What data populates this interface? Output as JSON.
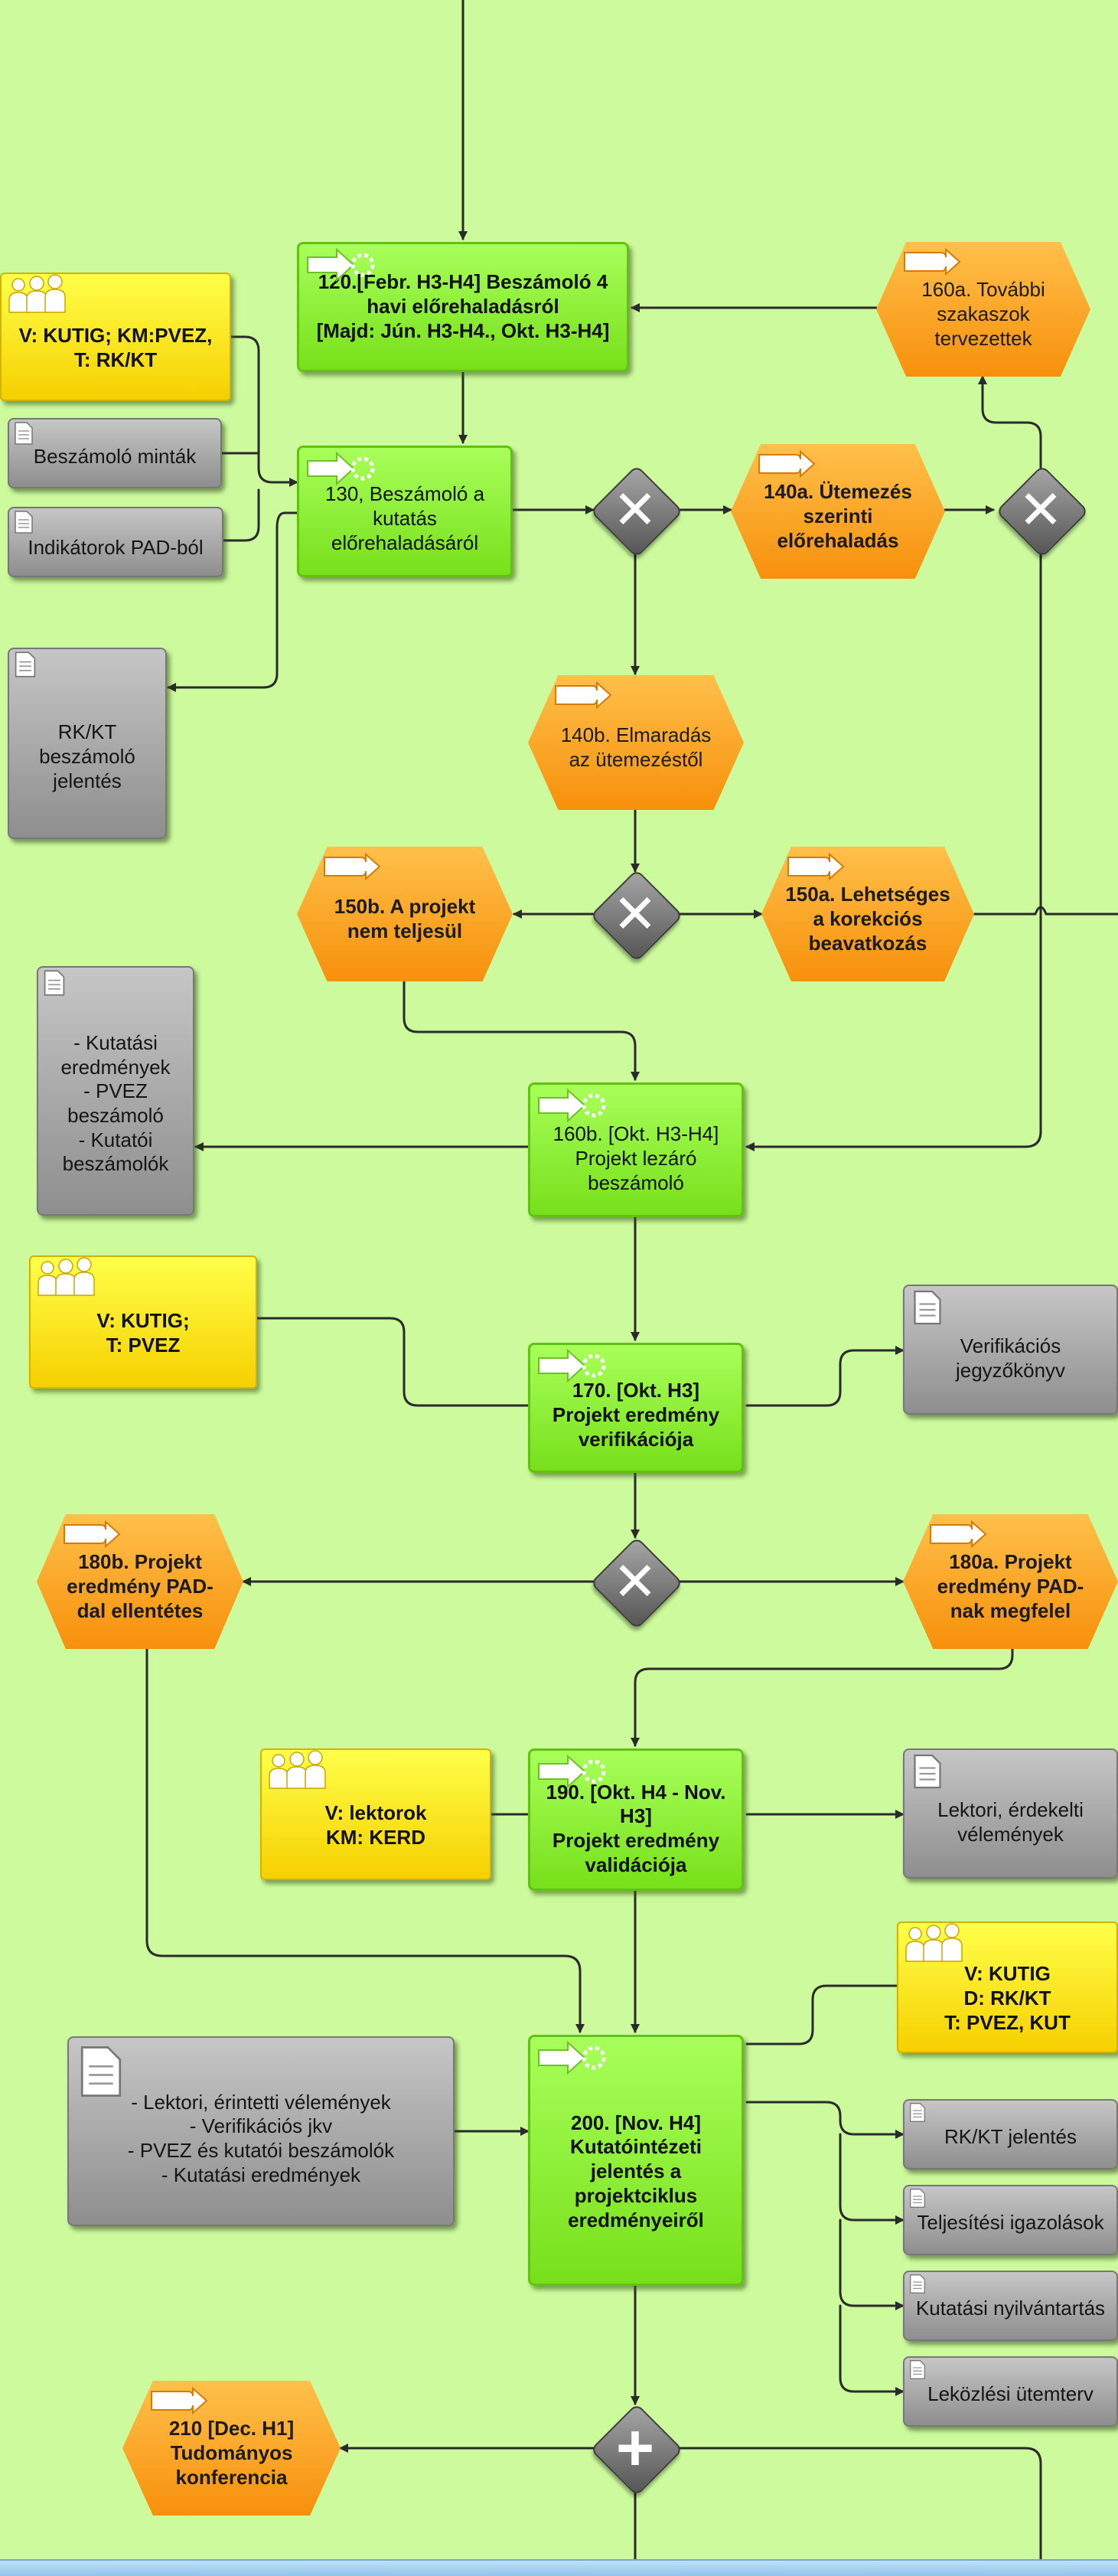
{
  "diagram": {
    "green_tasks": {
      "t120": "120.[Febr. H3-H4] Beszámoló 4\nhavi előrehaladásról\n[Majd: Jún. H3-H4., Okt. H3-H4]",
      "t130": "130, Beszámoló a\nkutatás\nelőrehaladásáról",
      "t160b": "160b. [Okt. H3-H4]\nProjekt lezáró\nbeszámoló",
      "t170": "170. [Okt. H3]\nProjekt eredmény\nverifikációja",
      "t190": "190. [Okt. H4 - Nov.\nH3]\nProjekt eredmény\nvalidációja",
      "t200": "200. [Nov. H4]\nKutatóintézeti\njelentés a\nprojektciklus\neredményeiről"
    },
    "orange_events": {
      "e160a": "160a. További\nszakaszok\ntervezettek",
      "e140a": "140a. Ütemezés\nszerinti\nelőrehaladás",
      "e140b": "140b. Elmaradás\naz ütemezéstől",
      "e150b": "150b. A projekt\nnem teljesül",
      "e150a": "150a. Lehetséges\na korekciós\nbeavatkozás",
      "e180b": "180b. Projekt\neredmény PAD-\ndal ellentétes",
      "e180a": "180a. Projekt\neredmény PAD-\nnak megfelel",
      "e210": "210 [Dec. H1]\nTudományos\nkonferencia"
    },
    "roles": {
      "r1": "V: KUTIG; KM:PVEZ,\nT: RK/KT",
      "r2": "V: KUTIG;\nT: PVEZ",
      "r3": "V: lektorok\nKM: KERD",
      "r4": "V: KUTIG\nD: RK/KT\nT: PVEZ, KUT"
    },
    "documents": {
      "d_beszamolo_mintak": "Beszámoló minták",
      "d_indikatorok": "Indikátorok PAD-ból",
      "d_rkkt_beszamolo": "RK/KT\nbeszámoló\njelentés",
      "d_kutatasi_eredmenyek": "- Kutatási\neredmények\n- PVEZ\nbeszámoló\n- Kutatói\nbeszámolók",
      "d_verifikacios": "Verifikációs\njegyzőkönyv",
      "d_lektori": "Lektori, érdekelti\nvélemények",
      "d_input200": "- Lektori, érintetti  vélemények\n- Verifikációs jkv\n- PVEZ és kutatói beszámolók\n- Kutatási eredmények",
      "d_rkkt_jelentes": "RK/KT jelentés",
      "d_teljesitesi": "Teljesítési igazolások",
      "d_nyilvantartas": "Kutatási nyilvántartás",
      "d_utemterv": "Leközlési ütemterv"
    },
    "gateways": [
      "xor",
      "xor",
      "xor",
      "xor",
      "and"
    ],
    "colors": {
      "background": "#ccfa9d",
      "task": "#8ef034",
      "event": "#f9a01c",
      "role": "#fff000",
      "document": "#ababab",
      "gateway": "#7a7a7a"
    }
  }
}
